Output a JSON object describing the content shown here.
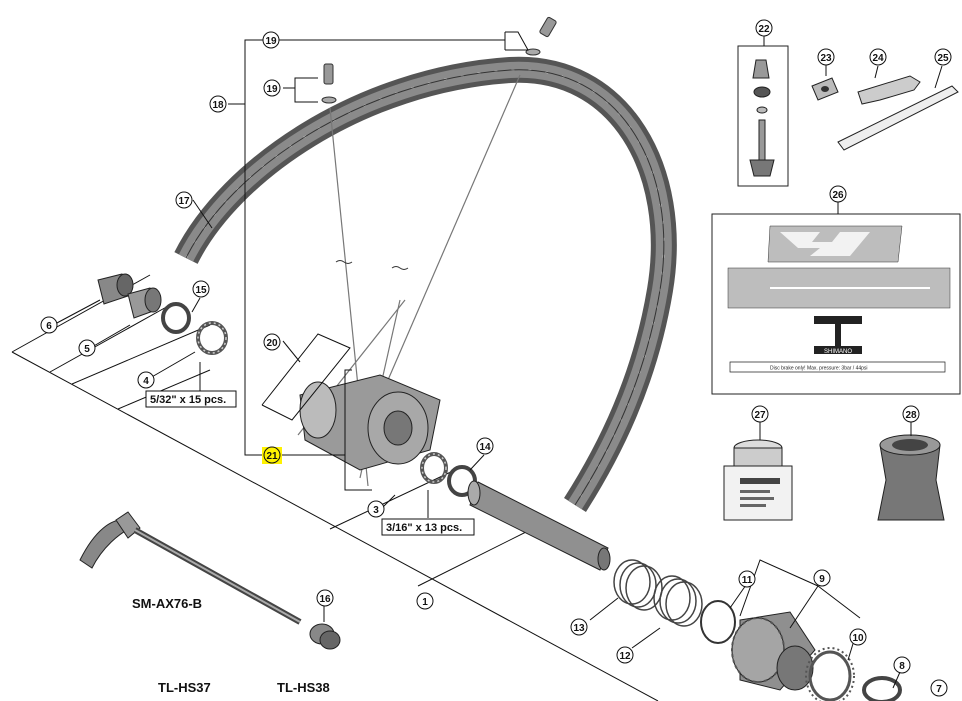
{
  "callouts": {
    "c1": "1",
    "c3": "3",
    "c4": "4",
    "c5": "5",
    "c6": "6",
    "c7": "7",
    "c8": "8",
    "c9": "9",
    "c10": "10",
    "c11": "11",
    "c12": "12",
    "c13": "13",
    "c14": "14",
    "c15": "15",
    "c16": "16",
    "c17": "17",
    "c18": "18",
    "c19a": "19",
    "c19b": "19",
    "c20": "20",
    "c21": "21",
    "c22": "22",
    "c23": "23",
    "c24": "24",
    "c25": "25",
    "c26": "26",
    "c27": "27",
    "c28": "28"
  },
  "labels": {
    "balls_small": "5/32\" x 15 pcs.",
    "balls_large": "3/16\" x 13 pcs.",
    "axle_model": "SM-AX76-B",
    "tool_1": "TL-HS37",
    "tool_2": "TL-HS38"
  },
  "decal": {
    "brand": "SHIMANO",
    "warning": "Disc brake only!  Max. pressure: 3bar / 44psi"
  },
  "colors": {
    "highlight": "#fff200",
    "rim": "#6e6e6e",
    "part": "#8c8c8c",
    "line": "#111111"
  }
}
